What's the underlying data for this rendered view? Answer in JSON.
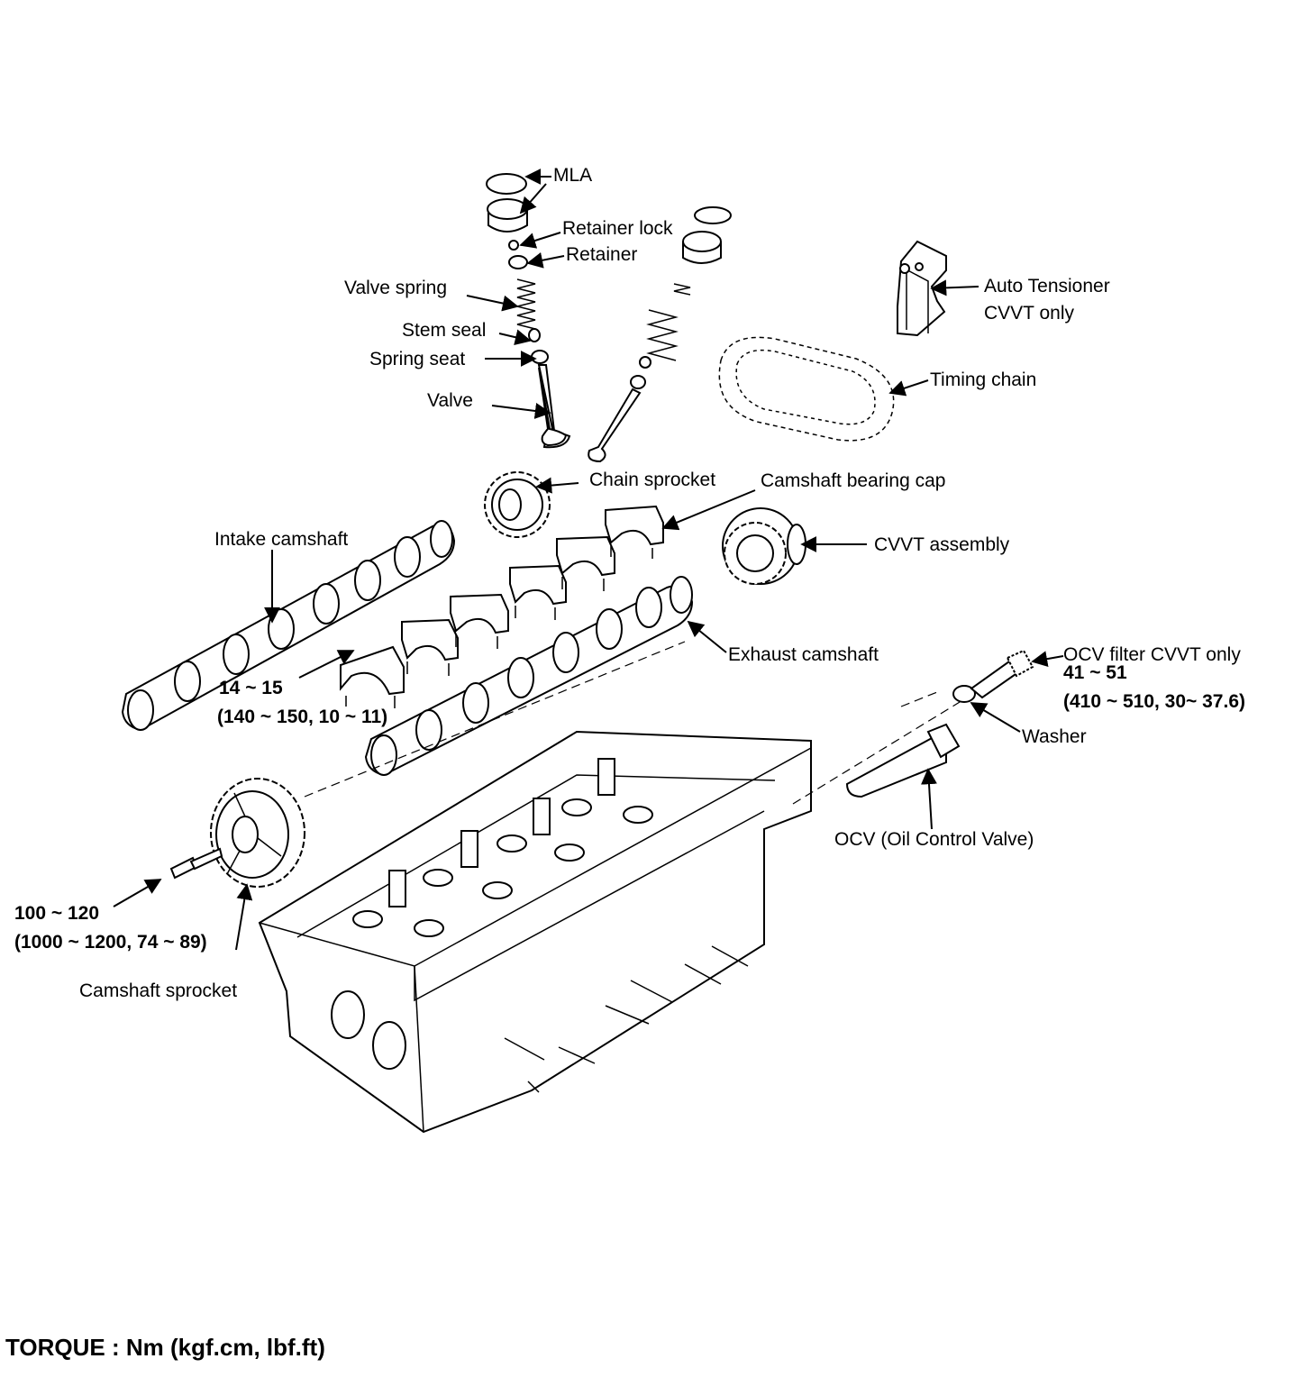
{
  "labels": {
    "mla": "MLA",
    "retainer_lock": "Retainer lock",
    "retainer": "Retainer",
    "valve_spring": "Valve spring",
    "stem_seal": "Stem seal",
    "spring_seat": "Spring seat",
    "valve": "Valve",
    "auto_tensioner": "Auto Tensioner",
    "auto_tensioner_note": "CVVT only",
    "timing_chain": "Timing chain",
    "chain_sprocket": "Chain sprocket",
    "camshaft_bearing_cap": "Camshaft bearing cap",
    "cvvt_assembly": "CVVT assembly",
    "intake_camshaft": "Intake camshaft",
    "exhaust_camshaft": "Exhaust camshaft",
    "ocv_filter": "OCV filter CVVT only",
    "washer": "Washer",
    "ocv": "OCV (Oil Control Valve)",
    "camshaft_sprocket": "Camshaft sprocket"
  },
  "torques": {
    "bearing_cap_nm": "14 ~ 15",
    "bearing_cap_alt": "(140 ~ 150, 10 ~ 11)",
    "ocv_filter_nm": "41 ~ 51",
    "ocv_filter_alt": "(410 ~ 510, 30~ 37.6)",
    "sprocket_bolt_nm": "100 ~ 120",
    "sprocket_bolt_alt": "(1000 ~ 1200, 74 ~ 89)"
  },
  "footer": "TORQUE : Nm (kgf.cm, lbf.ft)"
}
